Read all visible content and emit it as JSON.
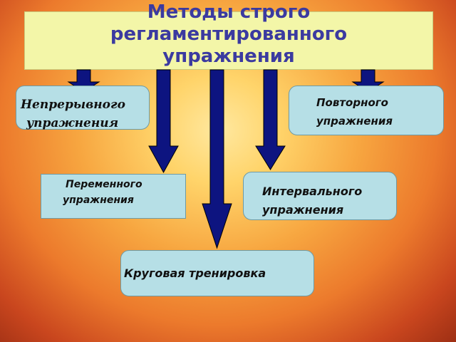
{
  "title": "Методы строго регламентированного упражнения",
  "title_lines": [
    "Методы строго",
    "регламентированного",
    "упражнения"
  ],
  "boxes": {
    "continuous": {
      "line1": "Непрерывного",
      "line2": "упражнения"
    },
    "repeated": {
      "line1": "Повторного",
      "line2": "упражнения"
    },
    "variable": {
      "line1": "Переменного",
      "line2": "упражнения"
    },
    "interval": {
      "line1": "Интервального",
      "line2": "упражнения"
    },
    "circuit": {
      "label": "Круговая тренировка"
    }
  },
  "colors": {
    "title_bg": "#f3f6a8",
    "title_text": "#3b3aa0",
    "box_bg": "#b6dfe6",
    "arrow": "#0d1480"
  }
}
